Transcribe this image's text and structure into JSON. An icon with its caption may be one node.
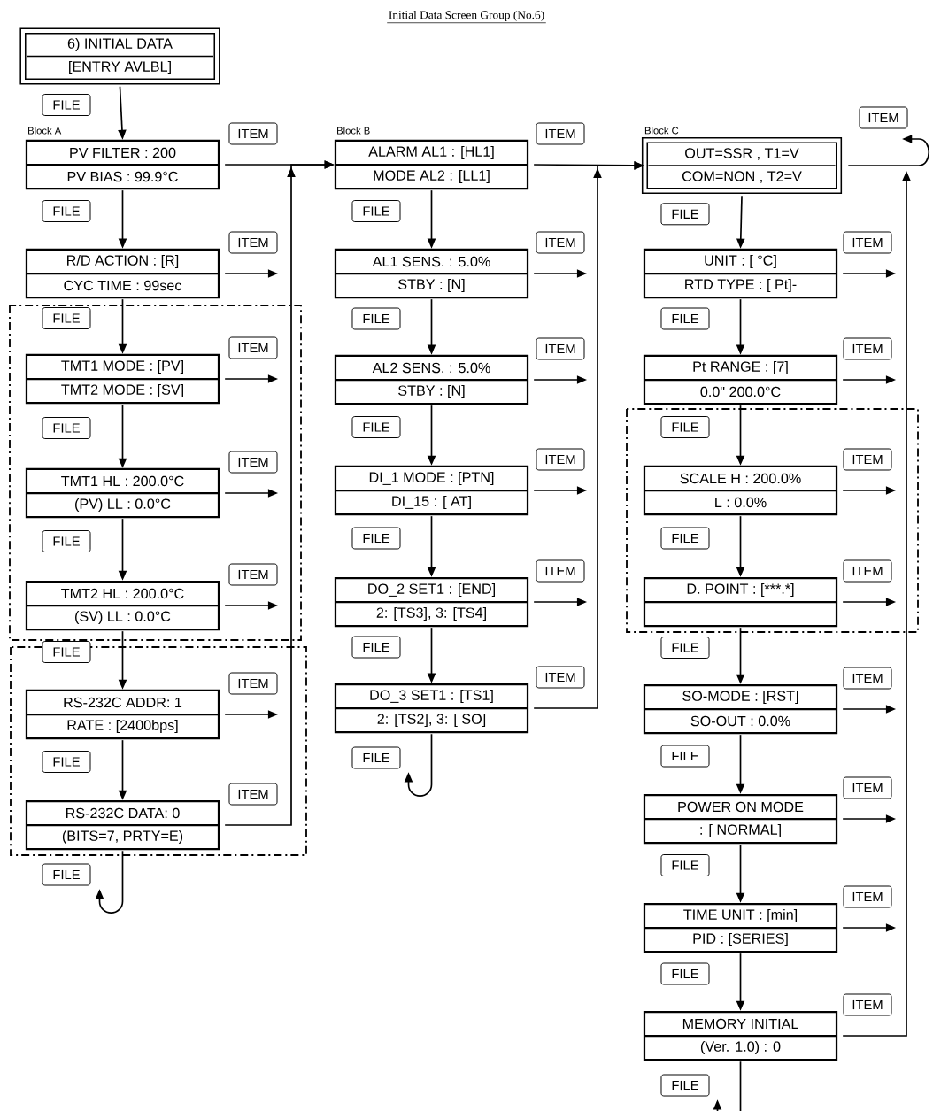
{
  "diagram": {
    "title": "Initial Data Screen Group (No.6)",
    "nodes": [
      {
        "text": [
          "6) INITIAL DATA",
          "[ENTRY AVLBL]"
        ]
      },
      {
        "text": [
          "PV FILTER : 200",
          "PV BIAS : 99.9°C"
        ],
        "beside": [
          "Block A"
        ]
      },
      {
        "text": [
          "R/D ACTION : [R]",
          "CYC TIME : 99sec"
        ]
      },
      {
        "text": [
          "TMT1 MODE : [PV]",
          "TMT2 MODE : [SV]"
        ]
      },
      {
        "text": [
          "TMT1 HL : 200.0°C",
          "(PV) LL : 0.0°C"
        ]
      },
      {
        "text": [
          "TMT2 HL : 200.0°C",
          "(SV) LL : 0.0°C"
        ]
      },
      {
        "text": [
          "RS-232C ADDR: 1",
          "RATE : [2400bps]"
        ]
      },
      {
        "text": [
          "RS-232C DATA: 0",
          "(BITS=7, PRTY=E)"
        ]
      },
      {
        "text": [
          "ALARM AL1 : [HL1]",
          "MODE AL2 : [LL1]"
        ],
        "beside": [
          "Block B"
        ]
      },
      {
        "text": [
          "AL1 SENS. : 5.0%",
          "STBY : [N]"
        ]
      },
      {
        "text": [
          "AL2 SENS. : 5.0%",
          "STBY : [N]"
        ]
      },
      {
        "text": [
          "DI_1 MODE : [PTN]",
          "DI_15 : [ AT]"
        ]
      },
      {
        "text": [
          "DO_2 SET1 : [END]",
          "2: [TS3], 3: [TS4]"
        ]
      },
      {
        "text": [
          "DO_3 SET1 : [TS1]",
          "2: [TS2], 3: [ SO]"
        ]
      },
      {
        "text": [
          "OUT=SSR , T1=V",
          "COM=NON , T2=V"
        ],
        "beside": [
          "Block C"
        ]
      },
      {
        "text": [
          "UNIT : [ °C]",
          "RTD TYPE : [ Pt]-"
        ]
      },
      {
        "text": [
          "Pt RANGE : [7]",
          "0.0\" 200.0°C"
        ]
      },
      {
        "text": [
          "SCALE H : 200.0%",
          "L : 0.0%"
        ]
      },
      {
        "text": [
          "D. POINT : [***.*]"
        ]
      },
      {
        "text": [
          "SO-MODE : [RST]",
          "SO-OUT : 0.0%"
        ]
      },
      {
        "text": [
          "POWER ON MODE",
          ": [ NORMAL]"
        ]
      },
      {
        "text": [
          "TIME UNIT : [min]",
          "PID : [SERIES]"
        ]
      },
      {
        "text": [
          "MEMORY INITIAL",
          "(Ver. 1.0) : 0"
        ]
      }
    ],
    "edges": [
      {
        "from": 0,
        "to": 1,
        "arrow": "to",
        "label": "FILE"
      },
      {
        "from": 1,
        "to": 2,
        "arrow": "to",
        "label": "FILE"
      },
      {
        "from": 2,
        "to": 3,
        "arrow": "to",
        "label": "FILE"
      },
      {
        "from": 3,
        "to": 4,
        "arrow": "to",
        "label": "FILE"
      },
      {
        "from": 4,
        "to": 5,
        "arrow": "to",
        "label": "FILE"
      },
      {
        "from": 5,
        "to": 6,
        "arrow": "to",
        "label": "FILE"
      },
      {
        "from": 6,
        "to": 7,
        "arrow": "to",
        "label": "FILE"
      },
      {
        "from": 7,
        "to": null,
        "arrow": "to",
        "label": "FILE"
      },
      {
        "from": 1,
        "to": 8,
        "arrow": "to",
        "label": "ITEM"
      },
      {
        "from": 2,
        "to": null,
        "arrow": "to",
        "label": "ITEM"
      },
      {
        "from": 3,
        "to": null,
        "arrow": "to",
        "label": "ITEM"
      },
      {
        "from": 4,
        "to": null,
        "arrow": "to",
        "label": "ITEM"
      },
      {
        "from": 5,
        "to": null,
        "arrow": "to",
        "label": "ITEM"
      },
      {
        "from": 6,
        "to": null,
        "arrow": "to",
        "label": "ITEM"
      },
      {
        "from": 7,
        "to": 8,
        "arrow": "to",
        "label": "ITEM"
      },
      {
        "from": 8,
        "to": 9,
        "arrow": "to",
        "label": "FILE"
      },
      {
        "from": 9,
        "to": 10,
        "arrow": "to",
        "label": "FILE"
      },
      {
        "from": 10,
        "to": 11,
        "arrow": "to",
        "label": "FILE"
      },
      {
        "from": 11,
        "to": 12,
        "arrow": "to",
        "label": "FILE"
      },
      {
        "from": 12,
        "to": 13,
        "arrow": "to",
        "label": "FILE"
      },
      {
        "from": 13,
        "to": null,
        "arrow": "to",
        "label": "FILE"
      },
      {
        "from": 8,
        "to": 14,
        "arrow": "to",
        "label": "ITEM"
      },
      {
        "from": 9,
        "to": null,
        "arrow": "to",
        "label": "ITEM"
      },
      {
        "from": 10,
        "to": null,
        "arrow": "to",
        "label": "ITEM"
      },
      {
        "from": 11,
        "to": null,
        "arrow": "to",
        "label": "ITEM"
      },
      {
        "from": 12,
        "to": null,
        "arrow": "to",
        "label": "ITEM"
      },
      {
        "from": 13,
        "to": 14,
        "arrow": "to",
        "label": "ITEM"
      },
      {
        "from": 14,
        "to": 15,
        "arrow": "to",
        "label": "FILE"
      },
      {
        "from": 15,
        "to": 16,
        "arrow": "to",
        "label": "FILE"
      },
      {
        "from": 16,
        "to": 17,
        "arrow": "to",
        "label": "FILE"
      },
      {
        "from": 17,
        "to": 18,
        "arrow": "to",
        "label": "FILE"
      },
      {
        "from": 18,
        "to": 19,
        "arrow": "to",
        "label": "FILE"
      },
      {
        "from": 19,
        "to": 20,
        "arrow": "to",
        "label": "FILE"
      },
      {
        "from": 20,
        "to": 21,
        "arrow": "to",
        "label": "FILE"
      },
      {
        "from": 21,
        "to": 22,
        "arrow": "to",
        "label": "FILE"
      },
      {
        "from": 22,
        "to": null,
        "arrow": "to",
        "label": "FILE"
      },
      {
        "from": 14,
        "to": null,
        "arrow": "to",
        "label": "ITEM"
      },
      {
        "from": 15,
        "to": null,
        "arrow": "to",
        "label": "ITEM"
      },
      {
        "from": 16,
        "to": null,
        "arrow": "to",
        "label": "ITEM"
      },
      {
        "from": 17,
        "to": null,
        "arrow": "to",
        "label": "ITEM"
      },
      {
        "from": 18,
        "to": null,
        "arrow": "to",
        "label": "ITEM"
      },
      {
        "from": 19,
        "to": null,
        "arrow": "to",
        "label": "ITEM"
      },
      {
        "from": 20,
        "to": null,
        "arrow": "to",
        "label": "ITEM"
      },
      {
        "from": 21,
        "to": null,
        "arrow": "to",
        "label": "ITEM"
      },
      {
        "from": 22,
        "to": null,
        "arrow": "to",
        "label": "ITEM"
      }
    ]
  }
}
